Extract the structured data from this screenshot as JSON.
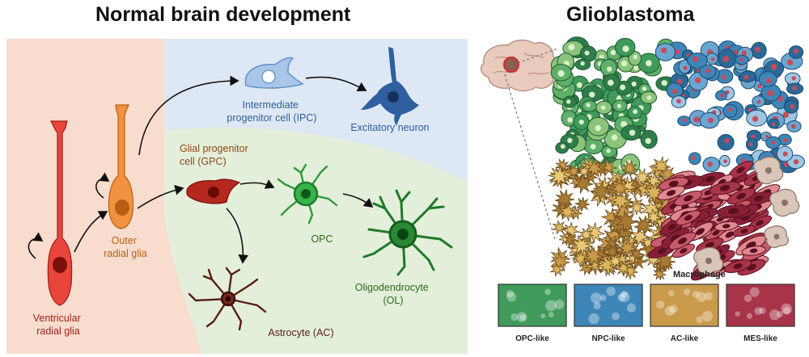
{
  "titles": {
    "left": "Normal brain development",
    "right": "Glioblastoma"
  },
  "development": {
    "ventricular": [
      "Ventricular",
      "radial glia"
    ],
    "outer": [
      "Outer",
      "radial glia"
    ],
    "ipc": [
      "Intermediate",
      "progenitor cell (IPC)"
    ],
    "excitatory": "Excitatory neuron",
    "gpc": [
      "Glial progenitor",
      "cell (GPC)"
    ],
    "opc": "OPC",
    "ol": [
      "Oligodendrocyte",
      "(OL)"
    ],
    "astro": "Astrocyte (AC)"
  },
  "glioblastoma": {
    "macrophage": "Macrophage",
    "swatches": [
      {
        "label": "OPC-like",
        "color": "#3f9a5c"
      },
      {
        "label": "NPC-like",
        "color": "#3e86b8"
      },
      {
        "label": "AC-like",
        "color": "#c89a4a"
      },
      {
        "label": "MES-like",
        "color": "#a8344a"
      }
    ]
  },
  "colors": {
    "ventricular": "#e8453c",
    "outer": "#f0923f",
    "ipc": "#5b8cc8",
    "neuron": "#2f5f9e",
    "gpc": "#b4281e",
    "glia": "#2f9a3a",
    "astro": "#5a1d16"
  }
}
